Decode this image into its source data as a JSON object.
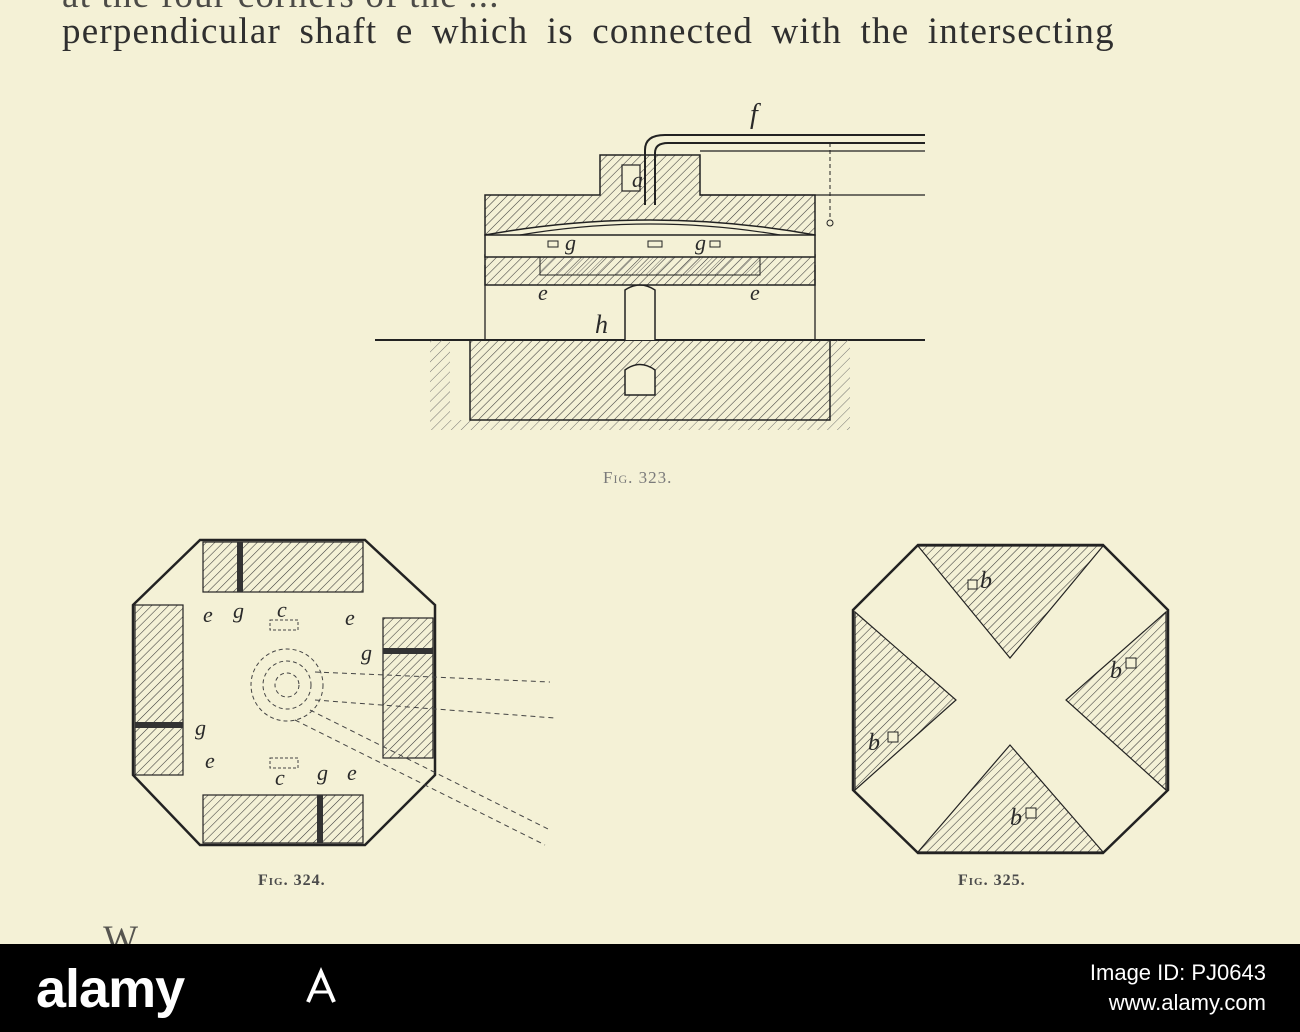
{
  "text": {
    "line_top": "at the four corners of the ...",
    "line_main": "perpendicular shaft e which is connected with the intersecting",
    "line_bottom": "... W ... ... ... ... ... ... ... ... ... ..."
  },
  "figures": {
    "fig323": {
      "caption": "Fig. 323.",
      "labels": {
        "f": "f",
        "a": "a",
        "g1": "g",
        "g2": "g",
        "e1": "e",
        "e2": "e",
        "h": "h"
      }
    },
    "fig324": {
      "caption": "Fig. 324.",
      "labels": {
        "e_tl": "e",
        "g_tl": "g",
        "c_top": "c",
        "e_tr": "e",
        "g_tr": "g",
        "g_l": "g",
        "e_bl": "e",
        "c_bot": "c",
        "g_br": "g",
        "e_br": "e"
      }
    },
    "fig325": {
      "caption": "Fig. 325.",
      "labels": {
        "b_top": "b",
        "b_right": "b",
        "b_left": "b",
        "b_bottom": "b"
      }
    }
  },
  "footer": {
    "brand": "alamy",
    "image_id": "Image ID: PJ0643",
    "site": "www.alamy.com"
  },
  "colors": {
    "paper": "#f4f1d6",
    "ink": "#2f2f2f",
    "footer_bg": "#000000",
    "footer_text": "#ffffff"
  }
}
